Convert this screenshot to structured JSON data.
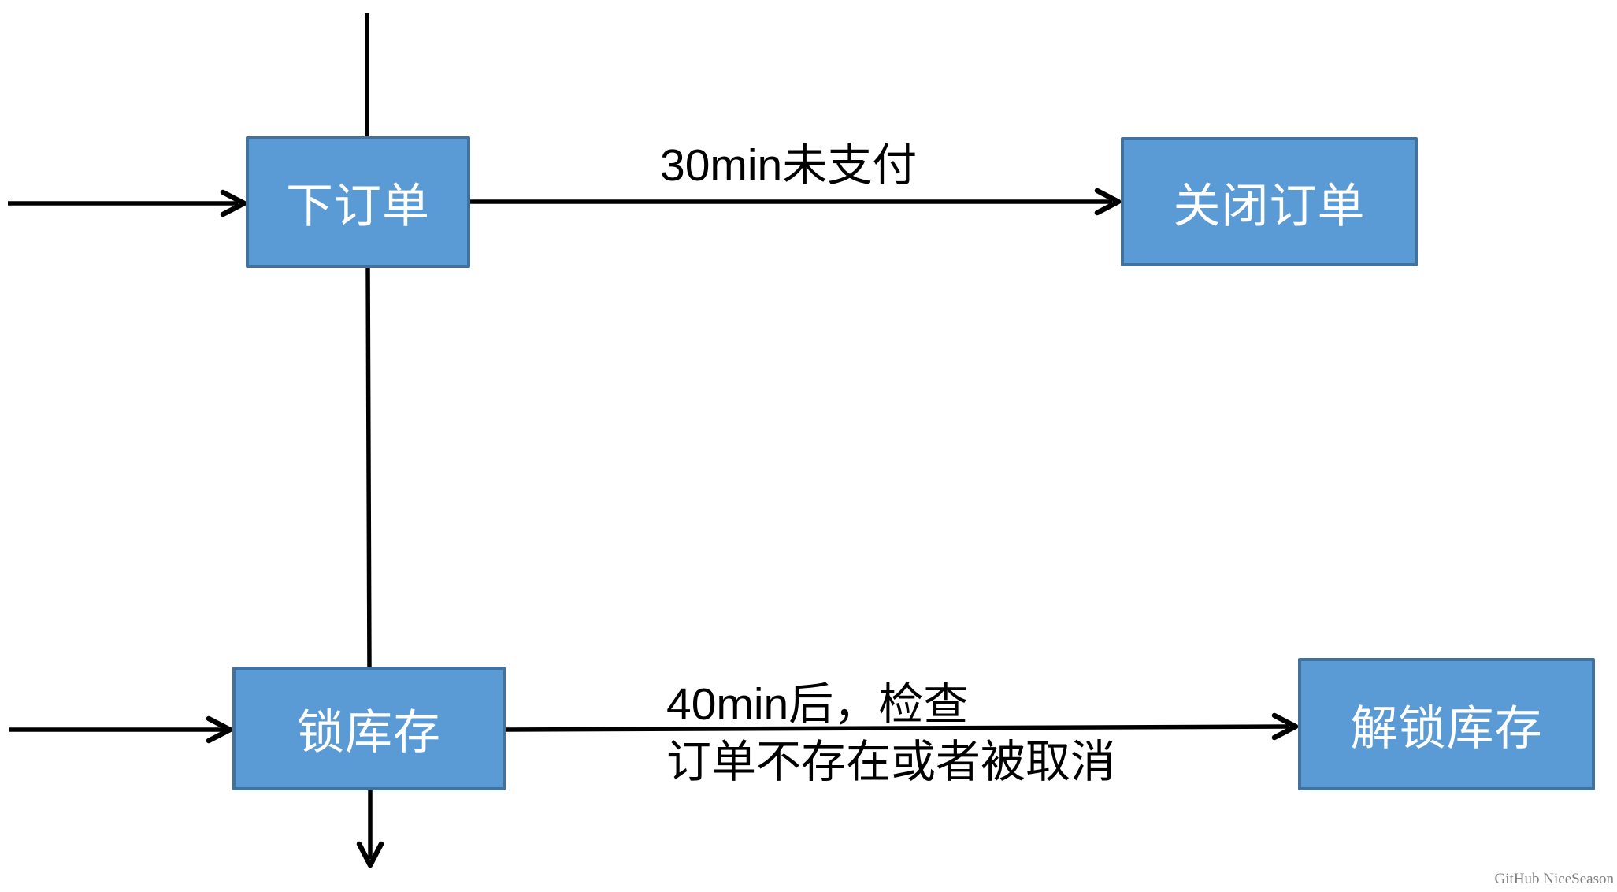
{
  "diagram": {
    "nodes": [
      {
        "id": "place-order",
        "label": "下订单"
      },
      {
        "id": "close-order",
        "label": "关闭订单"
      },
      {
        "id": "lock-stock",
        "label": "锁库存"
      },
      {
        "id": "unlock-stock",
        "label": "解锁库存"
      }
    ],
    "edges": [
      {
        "from": "place-order",
        "to": "close-order",
        "label": "30min未支付"
      },
      {
        "from": "lock-stock",
        "to": "unlock-stock",
        "label_line1": "40min后，检查",
        "label_line2": "订单不存在或者被取消"
      }
    ],
    "colors": {
      "node_fill": "#5B9BD5",
      "node_border": "#41719C",
      "connector": "#000000",
      "edge_label": "#000000",
      "node_text": "#FFFFFF",
      "watermark_text": "#7F7F7F"
    }
  },
  "watermark": "GitHub NiceSeason"
}
